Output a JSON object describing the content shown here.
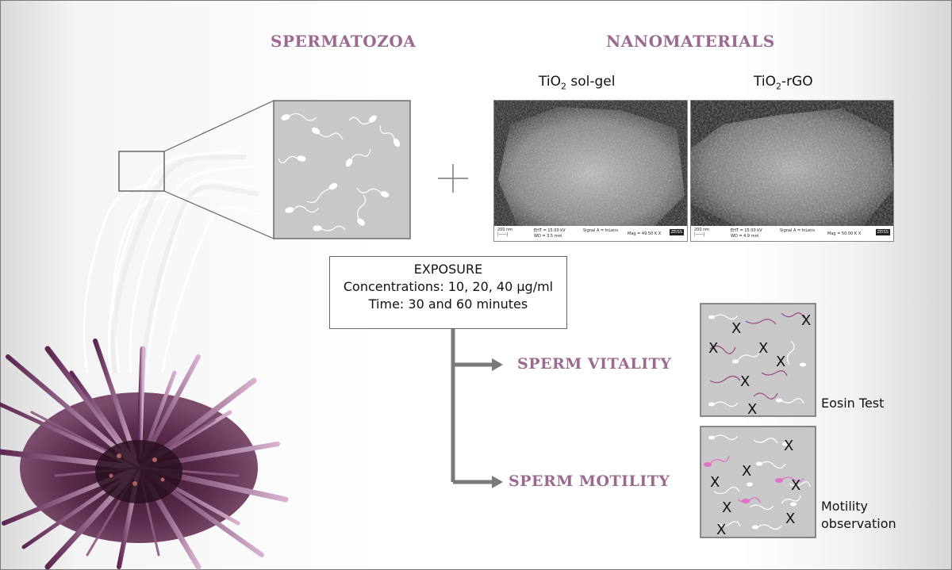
{
  "headings": {
    "spermatozoa": "SPERMATOZOA",
    "nanomaterials": "NANOMATERIALS",
    "vitality": "SPERM VITALITY",
    "motility": "SPERM MOTILITY"
  },
  "materials": [
    {
      "name": "TiO",
      "sub": "2",
      "suffix": " sol-gel",
      "sem": {
        "scale": "200 nm",
        "eht": "EHT = 15.00 kV",
        "wd": "WD = 3.5 mm",
        "signal": "Signal A = InLens",
        "mag": "Mag = 49.50 K X",
        "brand": "ZEISS"
      }
    },
    {
      "name": "TiO",
      "sub": "2",
      "suffix": "-rGO",
      "sem": {
        "scale": "200 nm",
        "eht": "EHT = 15.00 kV",
        "wd": "WD = 4.9 mm",
        "signal": "Signal A = InLens",
        "mag": "Mag = 50.00 K X",
        "brand": "ZEISS"
      }
    }
  ],
  "exposure": {
    "title": "EXPOSURE",
    "concentrations": "Concentrations: 10, 20, 40 µg/ml",
    "time": "Time: 30 and 60 minutes"
  },
  "tests": {
    "vitality_method": "Eosin Test",
    "motility_method_line1": "Motility",
    "motility_method_line2": "observation"
  },
  "colors": {
    "heading": "#9b6a8e",
    "arrow": "#7a7a7a",
    "box_fill": "#c8c8c8",
    "dead_sperm": "#9a4a86",
    "immotile_sperm": "#e070c8"
  }
}
